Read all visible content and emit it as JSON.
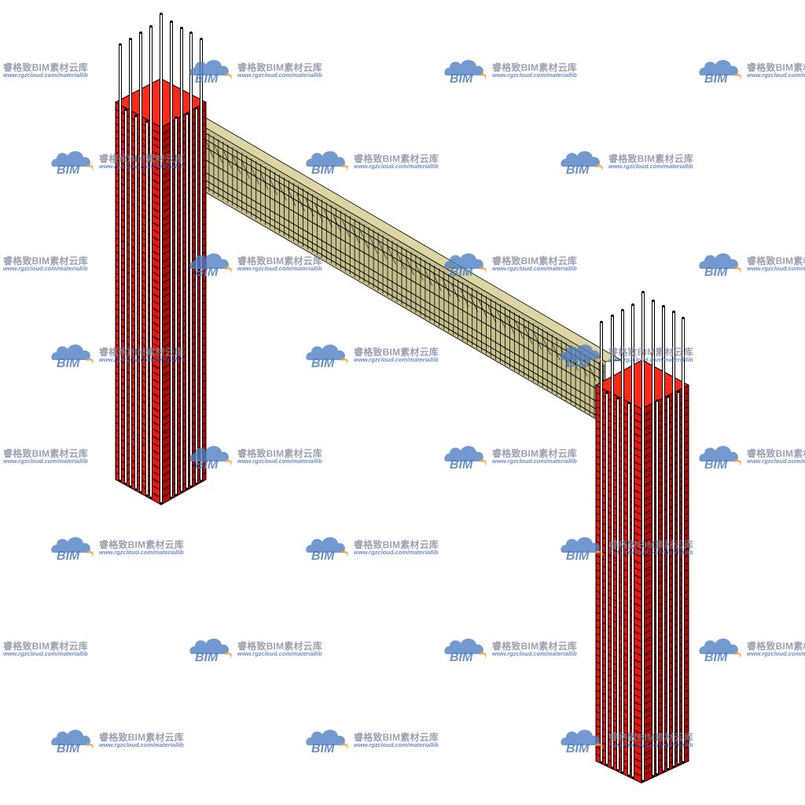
{
  "colors": {
    "background": "#ffffff",
    "column_concrete": "#e8150d",
    "column_concrete_dark": "#b00d08",
    "beam_concrete": "#c8c08c",
    "rebar": "#000000",
    "watermark_cloud": "#4f7fc4",
    "watermark_swoosh": "#f0a040"
  },
  "model": {
    "elements": [
      {
        "kind": "column",
        "name": "left-column",
        "material": "concrete",
        "color": "column_concrete"
      },
      {
        "kind": "beam",
        "name": "connecting-beam",
        "material": "concrete",
        "color": "beam_concrete"
      },
      {
        "kind": "column",
        "name": "right-column",
        "material": "concrete",
        "color": "column_concrete"
      }
    ]
  },
  "watermark": {
    "logo_text": "BIM",
    "title": "睿格致BIM素材云库",
    "url": "www.rgzcloud.com/materiallib"
  }
}
